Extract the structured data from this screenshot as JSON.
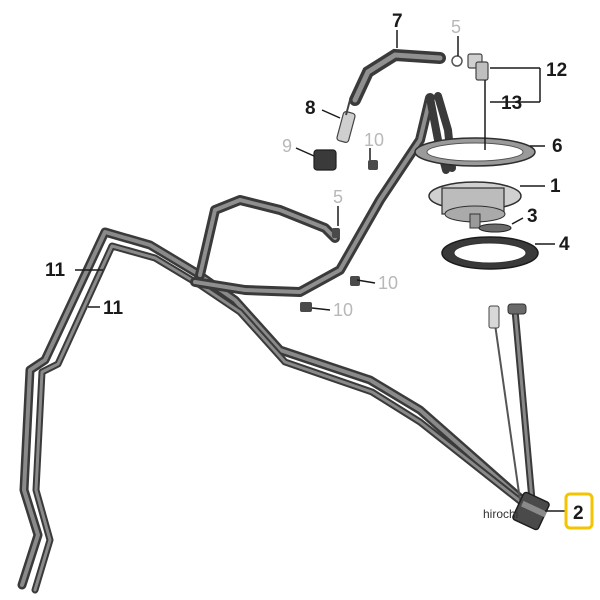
{
  "callouts": {
    "c7": "7",
    "c5a": "5",
    "c12": "12",
    "c8": "8",
    "c13": "13",
    "c9": "9",
    "c10a": "10",
    "c6": "6",
    "c1": "1",
    "c5b": "5",
    "c3": "3",
    "c11a": "11",
    "c4": "4",
    "c10b": "10",
    "c11b": "11",
    "c10c": "10",
    "c2": "2"
  },
  "watermark": "hirochi",
  "highlight_color": "#f5c400"
}
